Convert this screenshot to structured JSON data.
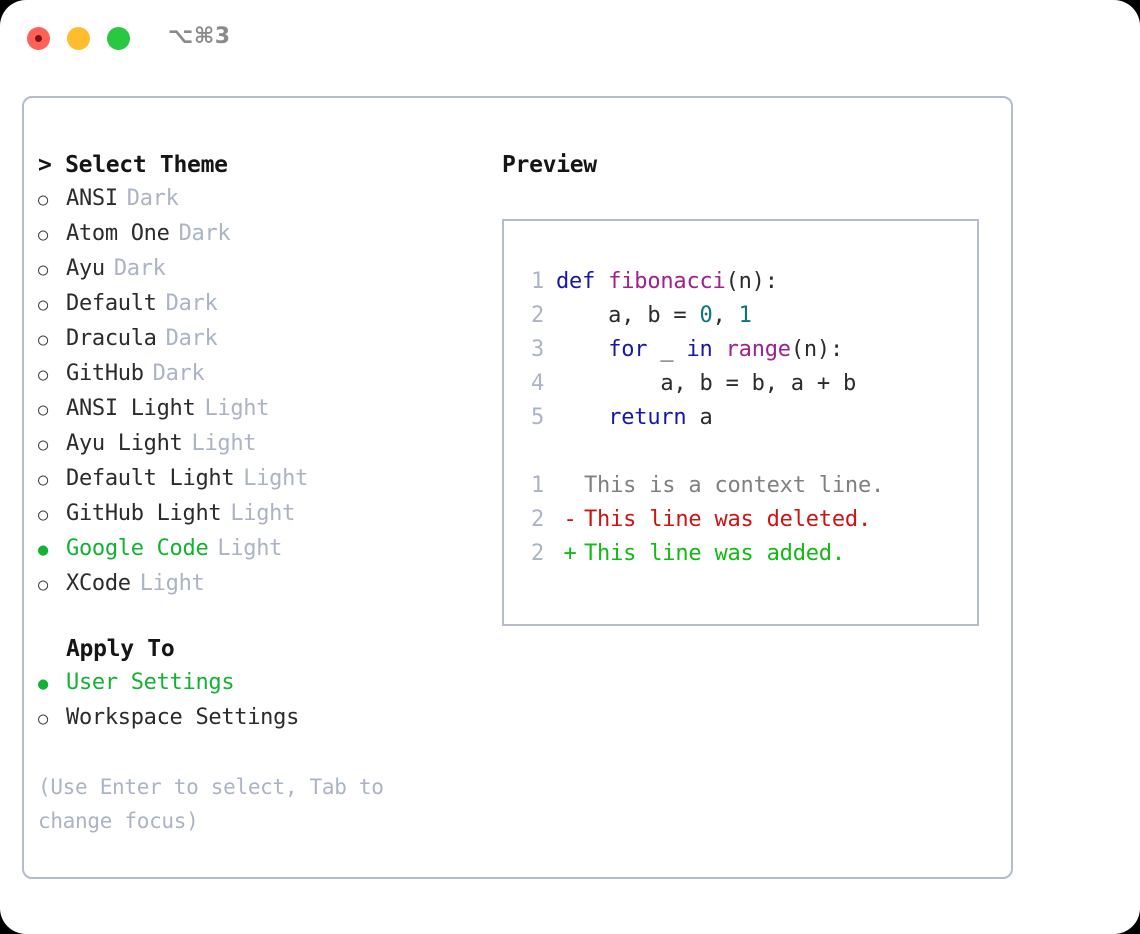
{
  "window": {
    "shortcut": "⌥⌘3",
    "traffic_lights": [
      {
        "name": "close",
        "color": "#ff6159"
      },
      {
        "name": "minimize",
        "color": "#ffbd2e"
      },
      {
        "name": "maximize",
        "color": "#28c840"
      }
    ]
  },
  "theme_picker": {
    "heading": "> Select Theme",
    "marker_unselected": "○",
    "marker_selected": "●",
    "items": [
      {
        "name": "ANSI",
        "tag": "Dark",
        "selected": false
      },
      {
        "name": "Atom One",
        "tag": "Dark",
        "selected": false
      },
      {
        "name": "Ayu",
        "tag": "Dark",
        "selected": false
      },
      {
        "name": "Default",
        "tag": "Dark",
        "selected": false
      },
      {
        "name": "Dracula",
        "tag": "Dark",
        "selected": false
      },
      {
        "name": "GitHub",
        "tag": "Dark",
        "selected": false
      },
      {
        "name": "ANSI Light",
        "tag": "Light",
        "selected": false
      },
      {
        "name": "Ayu Light",
        "tag": "Light",
        "selected": false
      },
      {
        "name": "Default Light",
        "tag": "Light",
        "selected": false
      },
      {
        "name": "GitHub Light",
        "tag": "Light",
        "selected": false
      },
      {
        "name": "Google Code",
        "tag": "Light",
        "selected": true
      },
      {
        "name": "XCode",
        "tag": "Light",
        "selected": false
      }
    ]
  },
  "apply_to": {
    "heading": "Apply To",
    "items": [
      {
        "name": "User Settings",
        "selected": true
      },
      {
        "name": "Workspace Settings",
        "selected": false
      }
    ]
  },
  "hint": "(Use Enter to select, Tab to change focus)",
  "preview": {
    "title": "Preview",
    "code": [
      {
        "no": "1",
        "tokens": [
          {
            "t": "def",
            "c": "kw"
          },
          {
            "t": " ",
            "c": "plain"
          },
          {
            "t": "fibonacci",
            "c": "fn"
          },
          {
            "t": "(n):",
            "c": "plain"
          }
        ]
      },
      {
        "no": "2",
        "tokens": [
          {
            "t": "    a, b = ",
            "c": "plain"
          },
          {
            "t": "0",
            "c": "num"
          },
          {
            "t": ", ",
            "c": "plain"
          },
          {
            "t": "1",
            "c": "num"
          }
        ]
      },
      {
        "no": "3",
        "tokens": [
          {
            "t": "    ",
            "c": "plain"
          },
          {
            "t": "for",
            "c": "kw"
          },
          {
            "t": " _ ",
            "c": "plain"
          },
          {
            "t": "in",
            "c": "kw"
          },
          {
            "t": " ",
            "c": "plain"
          },
          {
            "t": "range",
            "c": "fn"
          },
          {
            "t": "(n):",
            "c": "plain"
          }
        ]
      },
      {
        "no": "4",
        "tokens": [
          {
            "t": "        a, b = b, a + b",
            "c": "plain"
          }
        ]
      },
      {
        "no": "5",
        "tokens": [
          {
            "t": "    ",
            "c": "plain"
          },
          {
            "t": "return",
            "c": "kw"
          },
          {
            "t": " a",
            "c": "plain"
          }
        ]
      }
    ],
    "diff": [
      {
        "no": "1",
        "sign": " ",
        "text": "This is a context line.",
        "kind": "context"
      },
      {
        "no": "2",
        "sign": "-",
        "text": "This line was deleted.",
        "kind": "del"
      },
      {
        "no": "2",
        "sign": "+",
        "text": "This line was added.",
        "kind": "add"
      }
    ]
  },
  "colors": {
    "accent_green": "#13b235",
    "muted": "#aab4c4",
    "border": "#b3bcca",
    "keyword": "#1818a8",
    "function": "#a0208c",
    "number": "#0c7575",
    "diff_deleted": "#cc1414",
    "diff_added": "#11bb11",
    "diff_context": "#808080"
  }
}
